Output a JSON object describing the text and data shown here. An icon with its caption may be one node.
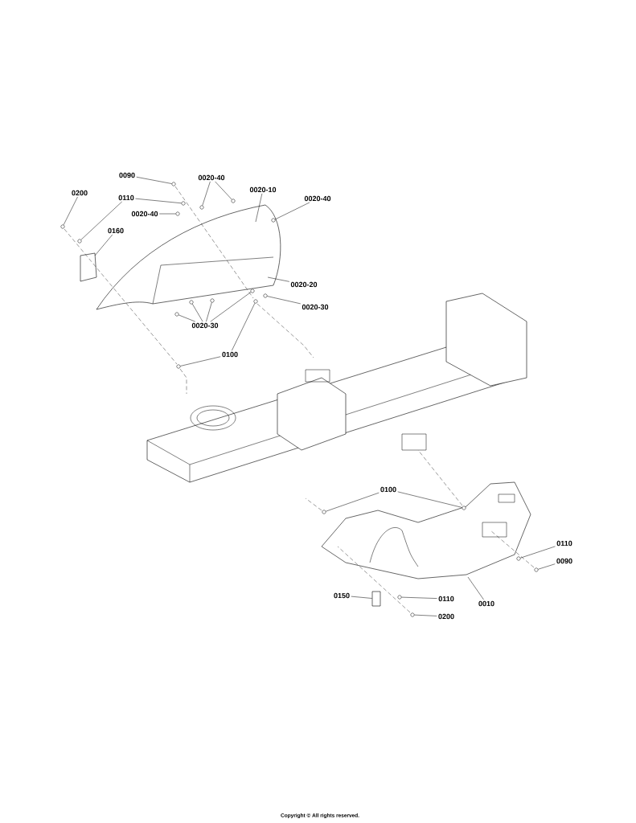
{
  "diagram": {
    "nodes": [
      {
        "text": [
          "0090"
        ]
      },
      {
        "text": [
          "0200"
        ]
      },
      {
        "text": [
          "0110"
        ]
      },
      {
        "text": [
          "0020-40"
        ]
      },
      {
        "text": [
          "0020-10"
        ]
      },
      {
        "text": [
          "0020-40"
        ]
      },
      {
        "text": [
          "0020-40"
        ]
      },
      {
        "text": [
          "0160"
        ]
      },
      {
        "text": [
          "0020-20"
        ]
      },
      {
        "text": [
          "0020-30"
        ]
      },
      {
        "text": [
          "0020-30"
        ]
      },
      {
        "text": [
          "0100"
        ]
      },
      {
        "text": [
          "0100"
        ]
      },
      {
        "text": [
          "0110"
        ]
      },
      {
        "text": [
          "0090"
        ]
      },
      {
        "text": [
          "0150"
        ]
      },
      {
        "text": [
          "0110"
        ]
      },
      {
        "text": [
          "0010"
        ]
      },
      {
        "text": [
          "0200"
        ]
      },
      {
        "text": [],
        "shape": "circle"
      },
      {
        "text": [],
        "shape": "circle"
      },
      {
        "text": [],
        "shape": "circle"
      },
      {
        "text": [],
        "shape": "circle"
      },
      {
        "text": [],
        "shape": "circle"
      },
      {
        "text": [],
        "shape": "circle"
      },
      {
        "text": [],
        "shape": "circle"
      },
      {
        "text": [],
        "shape": "circle"
      },
      {
        "text": [],
        "shape": "circle"
      },
      {
        "text": [],
        "shape": "circle"
      },
      {
        "text": [],
        "shape": "circle"
      },
      {
        "text": [],
        "shape": "circle"
      },
      {
        "text": [],
        "shape": "circle"
      },
      {
        "text": [],
        "shape": "circle"
      },
      {
        "text": [],
        "shape": "circle"
      },
      {
        "text": [],
        "shape": "circle"
      },
      {
        "text": [],
        "shape": "circle"
      },
      {
        "text": [],
        "shape": "circle"
      },
      {
        "text": [],
        "shape": "circle"
      },
      {
        "text": [],
        "shape": "circle"
      },
      {
        "text": [],
        "shape": "circle"
      },
      {
        "text": [],
        "shape": "box"
      }
    ],
    "edges": [
      {
        "from": 0,
        "to": 19,
        "arrow": "none"
      },
      {
        "from": 1,
        "to": 20,
        "arrow": "none"
      },
      {
        "from": 2,
        "to": 21,
        "arrow": "none"
      },
      {
        "from": 2,
        "to": 22,
        "arrow": "none"
      },
      {
        "from": 3,
        "to": 23,
        "arrow": "none"
      },
      {
        "from": 3,
        "to": 24,
        "arrow": "none"
      },
      {
        "from": 4,
        "to": null,
        "arrow": "none"
      },
      {
        "from": 5,
        "to": 25,
        "arrow": "none"
      },
      {
        "from": 6,
        "to": 26,
        "arrow": "none"
      },
      {
        "from": 7,
        "to": null,
        "arrow": "none"
      },
      {
        "from": 8,
        "to": null,
        "arrow": "none"
      },
      {
        "from": 9,
        "to": 27,
        "arrow": "none"
      },
      {
        "from": 10,
        "to": 28,
        "arrow": "none"
      },
      {
        "from": 10,
        "to": 29,
        "arrow": "none"
      },
      {
        "from": 10,
        "to": 30,
        "arrow": "none"
      },
      {
        "from": 10,
        "to": 31,
        "arrow": "none"
      },
      {
        "from": 11,
        "to": 32,
        "arrow": "none"
      },
      {
        "from": 11,
        "to": 33,
        "arrow": "none"
      },
      {
        "from": 12,
        "to": 34,
        "arrow": "none"
      },
      {
        "from": 12,
        "to": 35,
        "arrow": "none"
      },
      {
        "from": 13,
        "to": 36,
        "arrow": "none"
      },
      {
        "from": 14,
        "to": 37,
        "arrow": "none"
      },
      {
        "from": 15,
        "to": 40,
        "arrow": "none"
      },
      {
        "from": 16,
        "to": 38,
        "arrow": "none"
      },
      {
        "from": 17,
        "to": null,
        "arrow": "none"
      },
      {
        "from": 18,
        "to": 39,
        "arrow": "none"
      }
    ],
    "labels": [
      "Copyright © All rights reserved."
    ]
  }
}
